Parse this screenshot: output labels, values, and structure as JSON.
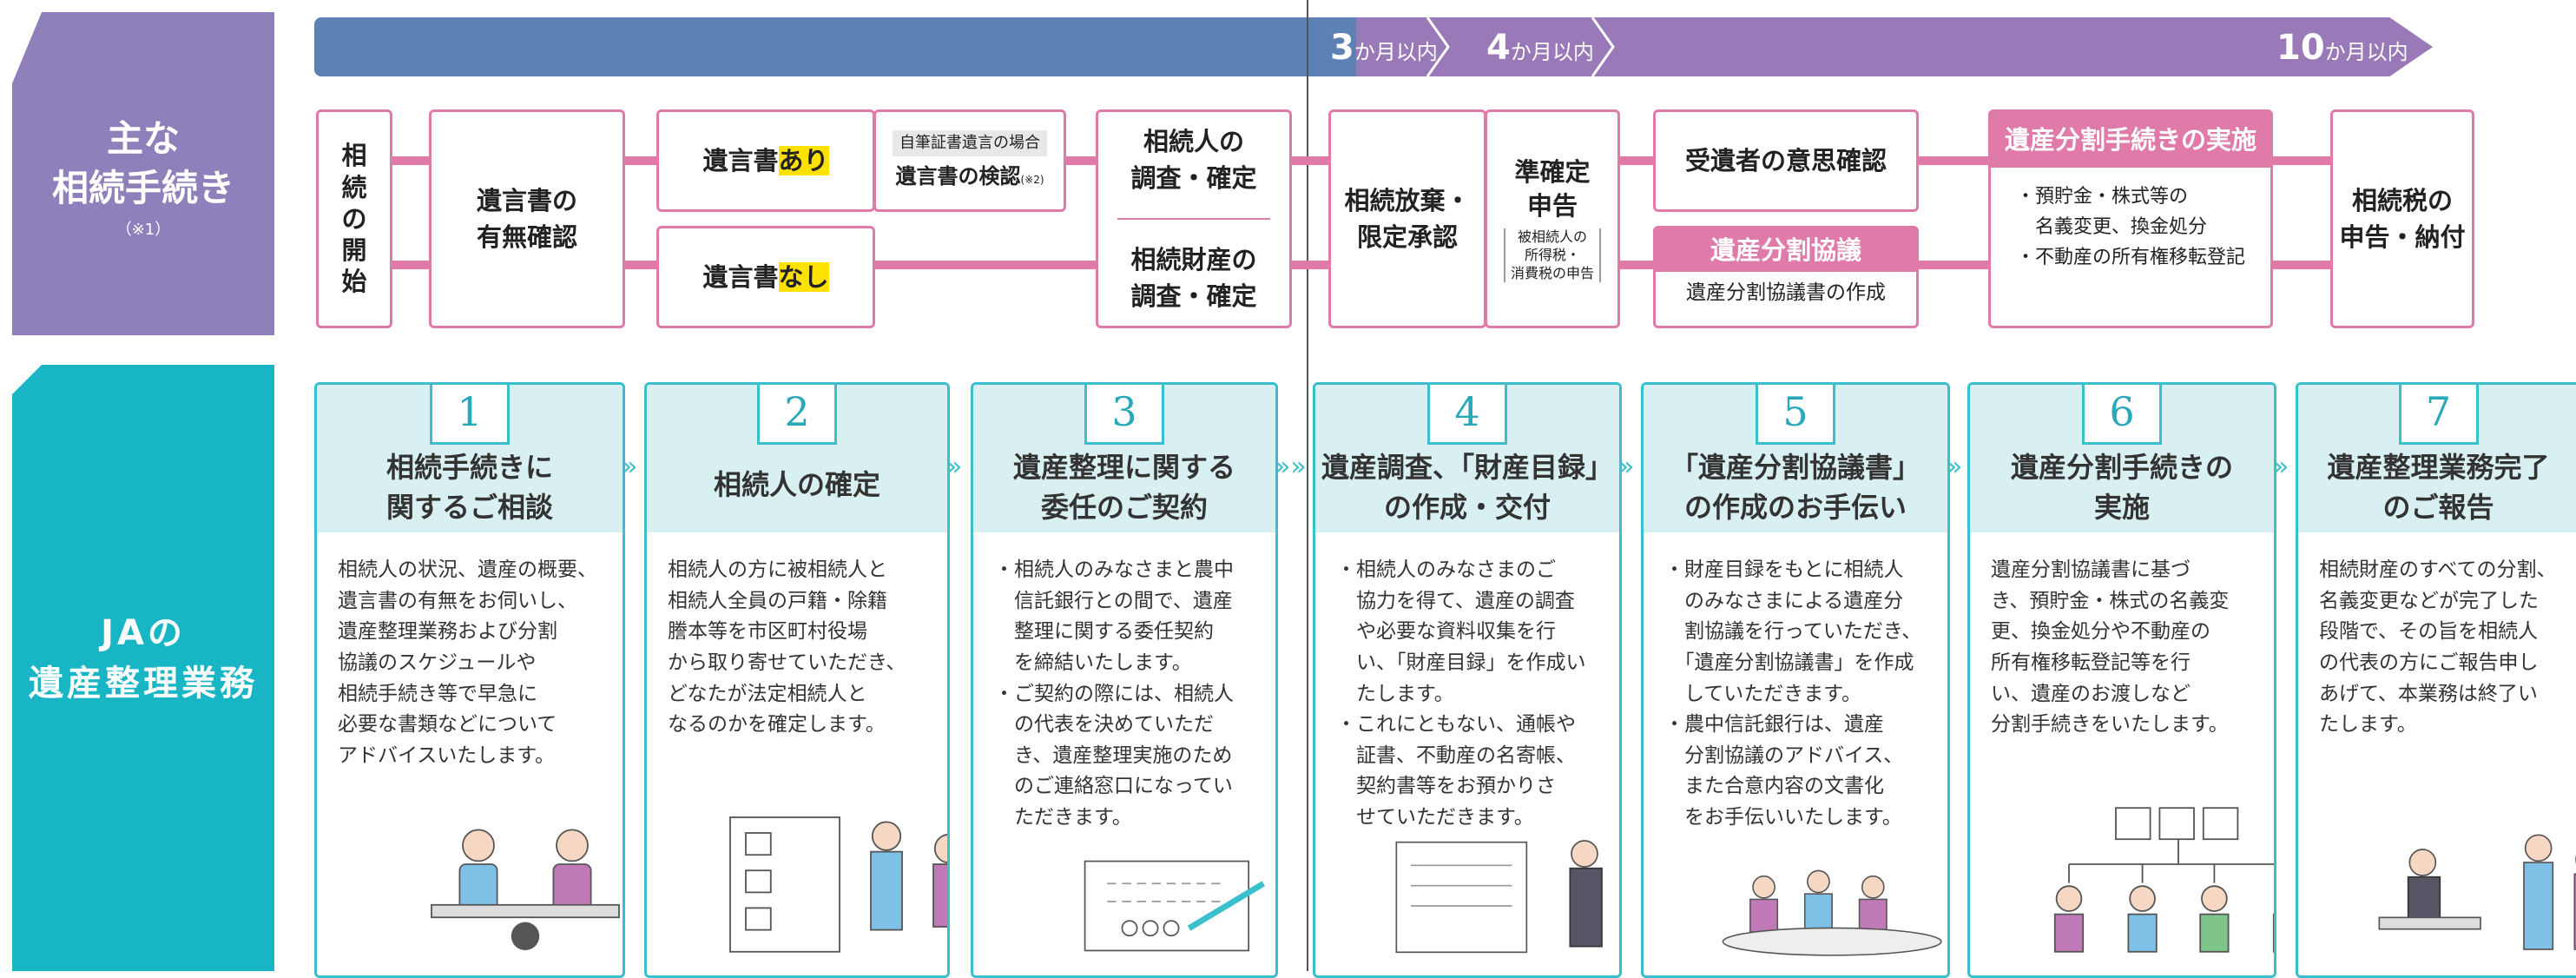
{
  "sidebar": {
    "top_label": "主な\n相続手続き",
    "top_note": "（※1）",
    "bottom_label": "JAの\n遺産整理業務"
  },
  "timeline": {
    "mark1": {
      "num": "3",
      "unit": "か月以内"
    },
    "mark2": {
      "num": "4",
      "unit": "か月以内"
    },
    "mark3": {
      "num": "10",
      "unit": "か月以内"
    }
  },
  "steps": {
    "start": "相\n続\nの\n開\n始",
    "will_check": "遺言書の\n有無確認",
    "will_yes_a": "遺言書",
    "will_yes_b": "あり",
    "will_no_a": "遺言書",
    "will_no_b": "なし",
    "probate_tag": "自筆証書遺言の場合",
    "probate": "遺言書の検認",
    "probate_note": "(※2)",
    "heirs": "相続人の\n調査・確定",
    "assets": "相続財産の\n調査・確定",
    "renounce": "相続放棄・\n限定承認",
    "quasi_title": "準確定\n申告",
    "quasi_note": "被相続人の\n所得税・\n消費税の申告",
    "legatee": "受遺者の意思確認",
    "division_talk": "遺産分割協議",
    "division_doc": "遺産分割協議書の作成",
    "division_exec": "遺産分割手続きの実施",
    "division_items": "・預貯金・株式等の\n　名義変更、換金処分\n・不動産の所有権移転登記",
    "tax": "相続税の\n申告・納付"
  },
  "cards": [
    {
      "num": "1",
      "title": "相続手続きに\n関するご相談",
      "body": "相続人の状況、遺産の概要、\n遺言書の有無をお伺いし、\n遺産整理業務および分割\n協議のスケジュールや\n相続手続き等で早急に\n必要な書類などについて\nアドバイスいたします。"
    },
    {
      "num": "2",
      "title": "相続人の確定",
      "body": "相続人の方に被相続人と\n相続人全員の戸籍・除籍\n謄本等を市区町村役場\nから取り寄せていただき、\nどなたが法定相続人と\nなるのかを確定します。"
    },
    {
      "num": "3",
      "title": "遺産整理に関する\n委任のご契約",
      "body": "・相続人のみなさまと農中\n　信託銀行との間で、遺産\n　整理に関する委任契約\n　を締結いたします。\n・ご契約の際には、相続人\n　の代表を決めていただ\n　き、遺産整理実施のため\n　のご連絡窓口になってい\n　ただきます。"
    },
    {
      "num": "4",
      "title": "遺産調査、「財産目録」\nの作成・交付",
      "body": "・相続人のみなさまのご\n　協力を得て、遺産の調査\n　や必要な資料収集を行\n　い、「財産目録」を作成い\n　たします。\n・これにともない、通帳や\n　証書、不動産の名寄帳、\n　契約書等をお預かりさ\n　せていただきます。"
    },
    {
      "num": "5",
      "title": "「遺産分割協議書」\nの作成のお手伝い",
      "body": "・財産目録をもとに相続人\n　のみなさまによる遺産分\n　割協議を行っていただき、\n　「遺産分割協議書」を作成\n　していただきます。\n・農中信託銀行は、遺産\n　分割協議のアドバイス、\n　また合意内容の文書化\n　をお手伝いいたします。"
    },
    {
      "num": "6",
      "title": "遺産分割手続きの\n実施",
      "body": "遺産分割協議書に基づ\nき、預貯金・株式の名義変\n更、換金処分や不動産の\n所有権移転登記等を行\nい、遺産のお渡しなど\n分割手続きをいたします。"
    },
    {
      "num": "7",
      "title": "遺産整理業務完了\nのご報告",
      "body": "相続財産のすべての分割、\n名義変更などが完了した\n段階で、その旨を相続人\nの代表の方にご報告申し\nあげて、本業務は終了い\nたします。"
    }
  ],
  "colors": {
    "purple": "#8f80bb",
    "teal": "#18b5c5",
    "pink": "#e07aa9",
    "banner_blue": "#5b82b3",
    "banner_purple": "#9a79b8"
  }
}
